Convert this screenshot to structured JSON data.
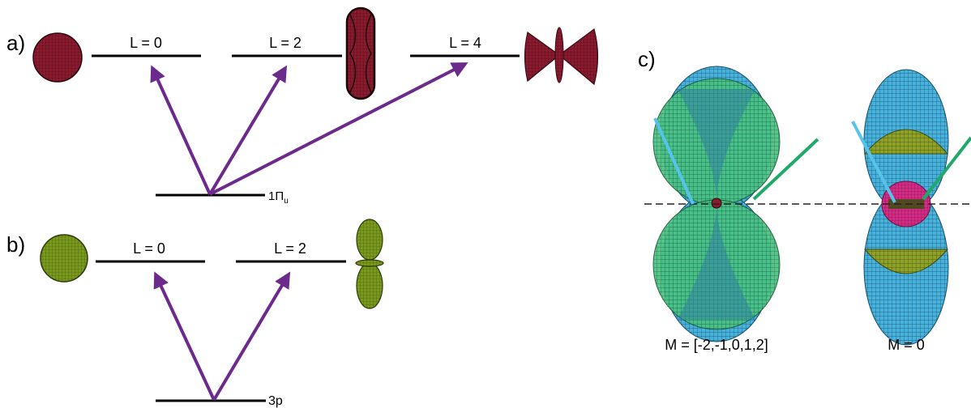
{
  "panels": {
    "a": {
      "label": "a)",
      "levels": [
        "L = 0",
        "L = 2",
        "L = 4"
      ],
      "ground_state": "1Π",
      "ground_state_subscript": "u"
    },
    "b": {
      "label": "b)",
      "levels": [
        "L = 0",
        "L = 2"
      ],
      "ground_state": "3p"
    },
    "c": {
      "label": "c)",
      "captions": [
        "M = [-2,-1,0,1,2]",
        "M = 0"
      ]
    }
  },
  "colors": {
    "arrow": "#6b2a8c",
    "level_line": "#000000",
    "a_shape": "#8b1a2e",
    "b_shape": "#7a9a1e",
    "c_blue": "#47b2dd",
    "c_green": "#48c282",
    "c_olive": "#8fa228",
    "c_magenta": "#d42c86",
    "c_line_blue": "#57c3ea",
    "c_line_green": "#1faa6a"
  }
}
